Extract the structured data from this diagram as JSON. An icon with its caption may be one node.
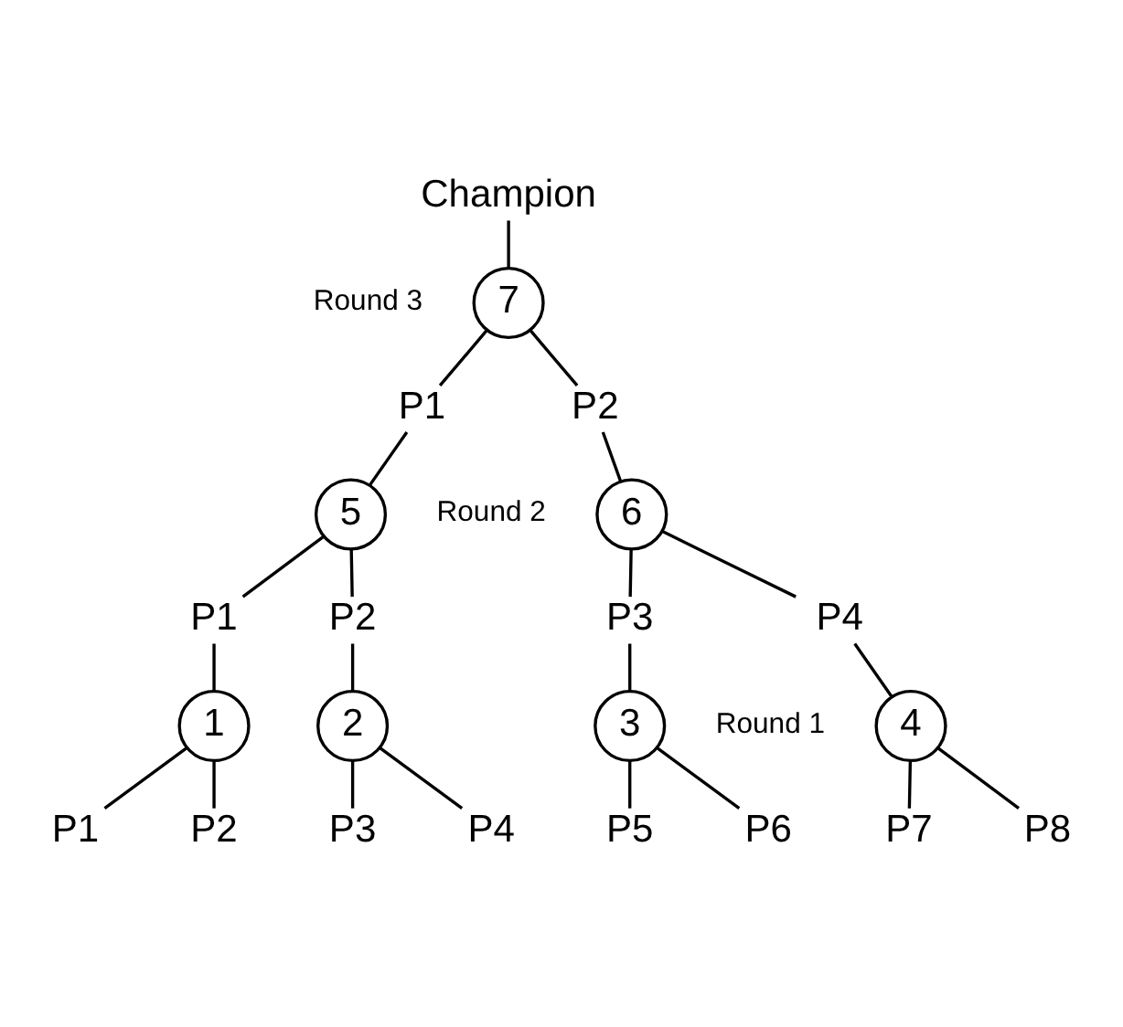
{
  "diagram": {
    "nodes": [
      {
        "text": [
          "Champion"
        ]
      },
      {
        "text": [
          "7"
        ]
      },
      {
        "text": [
          "P1"
        ]
      },
      {
        "text": [
          "P2"
        ]
      },
      {
        "text": [
          "5"
        ]
      },
      {
        "text": [
          "6"
        ]
      },
      {
        "text": [
          "P1"
        ]
      },
      {
        "text": [
          "P2"
        ]
      },
      {
        "text": [
          "P3"
        ]
      },
      {
        "text": [
          "P4"
        ]
      },
      {
        "text": [
          "1"
        ]
      },
      {
        "text": [
          "2"
        ]
      },
      {
        "text": [
          "3"
        ]
      },
      {
        "text": [
          "4"
        ]
      },
      {
        "text": [
          "P1"
        ]
      },
      {
        "text": [
          "P2"
        ]
      },
      {
        "text": [
          "P3"
        ]
      },
      {
        "text": [
          "P4"
        ]
      },
      {
        "text": [
          "P5"
        ]
      },
      {
        "text": [
          "P6"
        ]
      },
      {
        "text": [
          "P7"
        ]
      },
      {
        "text": [
          "P8"
        ]
      }
    ],
    "edges": [
      {
        "from": 0,
        "to": 1,
        "arrow": "none"
      },
      {
        "from": 1,
        "to": 2,
        "arrow": "none"
      },
      {
        "from": 1,
        "to": 3,
        "arrow": "none"
      },
      {
        "from": 2,
        "to": 4,
        "arrow": "none"
      },
      {
        "from": 3,
        "to": 5,
        "arrow": "none"
      },
      {
        "from": 4,
        "to": 6,
        "arrow": "none"
      },
      {
        "from": 4,
        "to": 7,
        "arrow": "none"
      },
      {
        "from": 5,
        "to": 8,
        "arrow": "none"
      },
      {
        "from": 5,
        "to": 9,
        "arrow": "none"
      },
      {
        "from": 6,
        "to": 10,
        "arrow": "none"
      },
      {
        "from": 7,
        "to": 11,
        "arrow": "none"
      },
      {
        "from": 8,
        "to": 12,
        "arrow": "none"
      },
      {
        "from": 9,
        "to": 13,
        "arrow": "none"
      },
      {
        "from": 10,
        "to": 14,
        "arrow": "none"
      },
      {
        "from": 10,
        "to": 15,
        "arrow": "none"
      },
      {
        "from": 11,
        "to": 16,
        "arrow": "none"
      },
      {
        "from": 11,
        "to": 17,
        "arrow": "none"
      },
      {
        "from": 12,
        "to": 18,
        "arrow": "none"
      },
      {
        "from": 12,
        "to": 19,
        "arrow": "none"
      },
      {
        "from": 13,
        "to": 20,
        "arrow": "none"
      },
      {
        "from": 13,
        "to": 21,
        "arrow": "none"
      }
    ],
    "labels": [
      "Round 3",
      "Round 2",
      "Round 1"
    ]
  }
}
